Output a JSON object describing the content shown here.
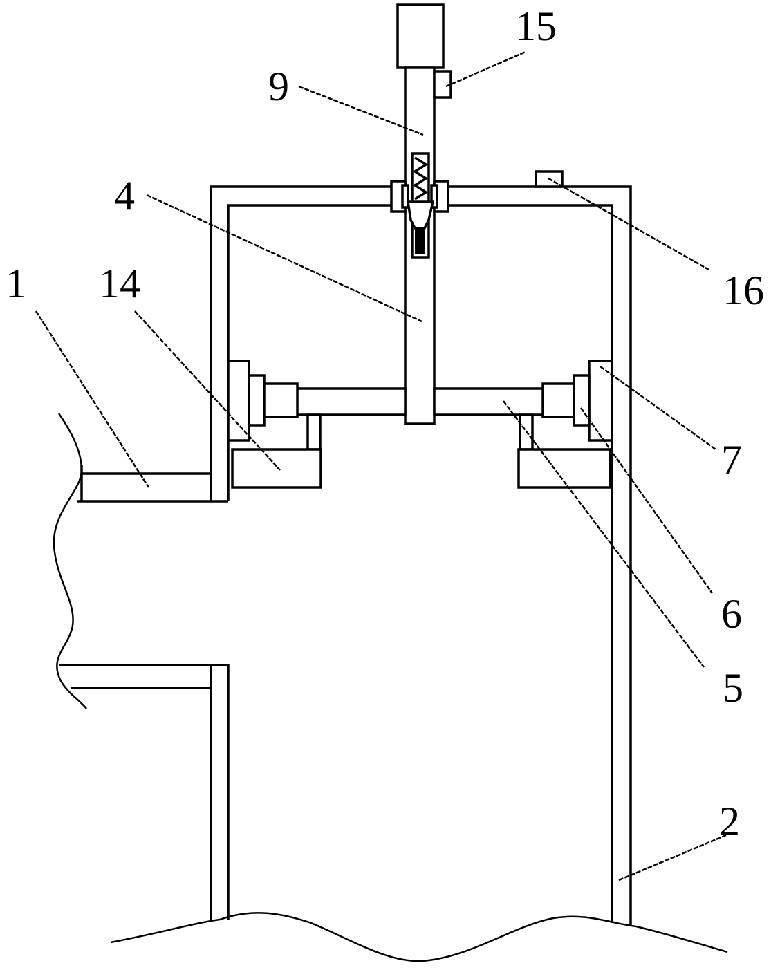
{
  "figure": {
    "labels": {
      "1": "1",
      "2": "2",
      "4": "4",
      "5": "5",
      "6": "6",
      "7": "7",
      "9": "9",
      "14": "14",
      "15": "15",
      "16": "16"
    }
  }
}
